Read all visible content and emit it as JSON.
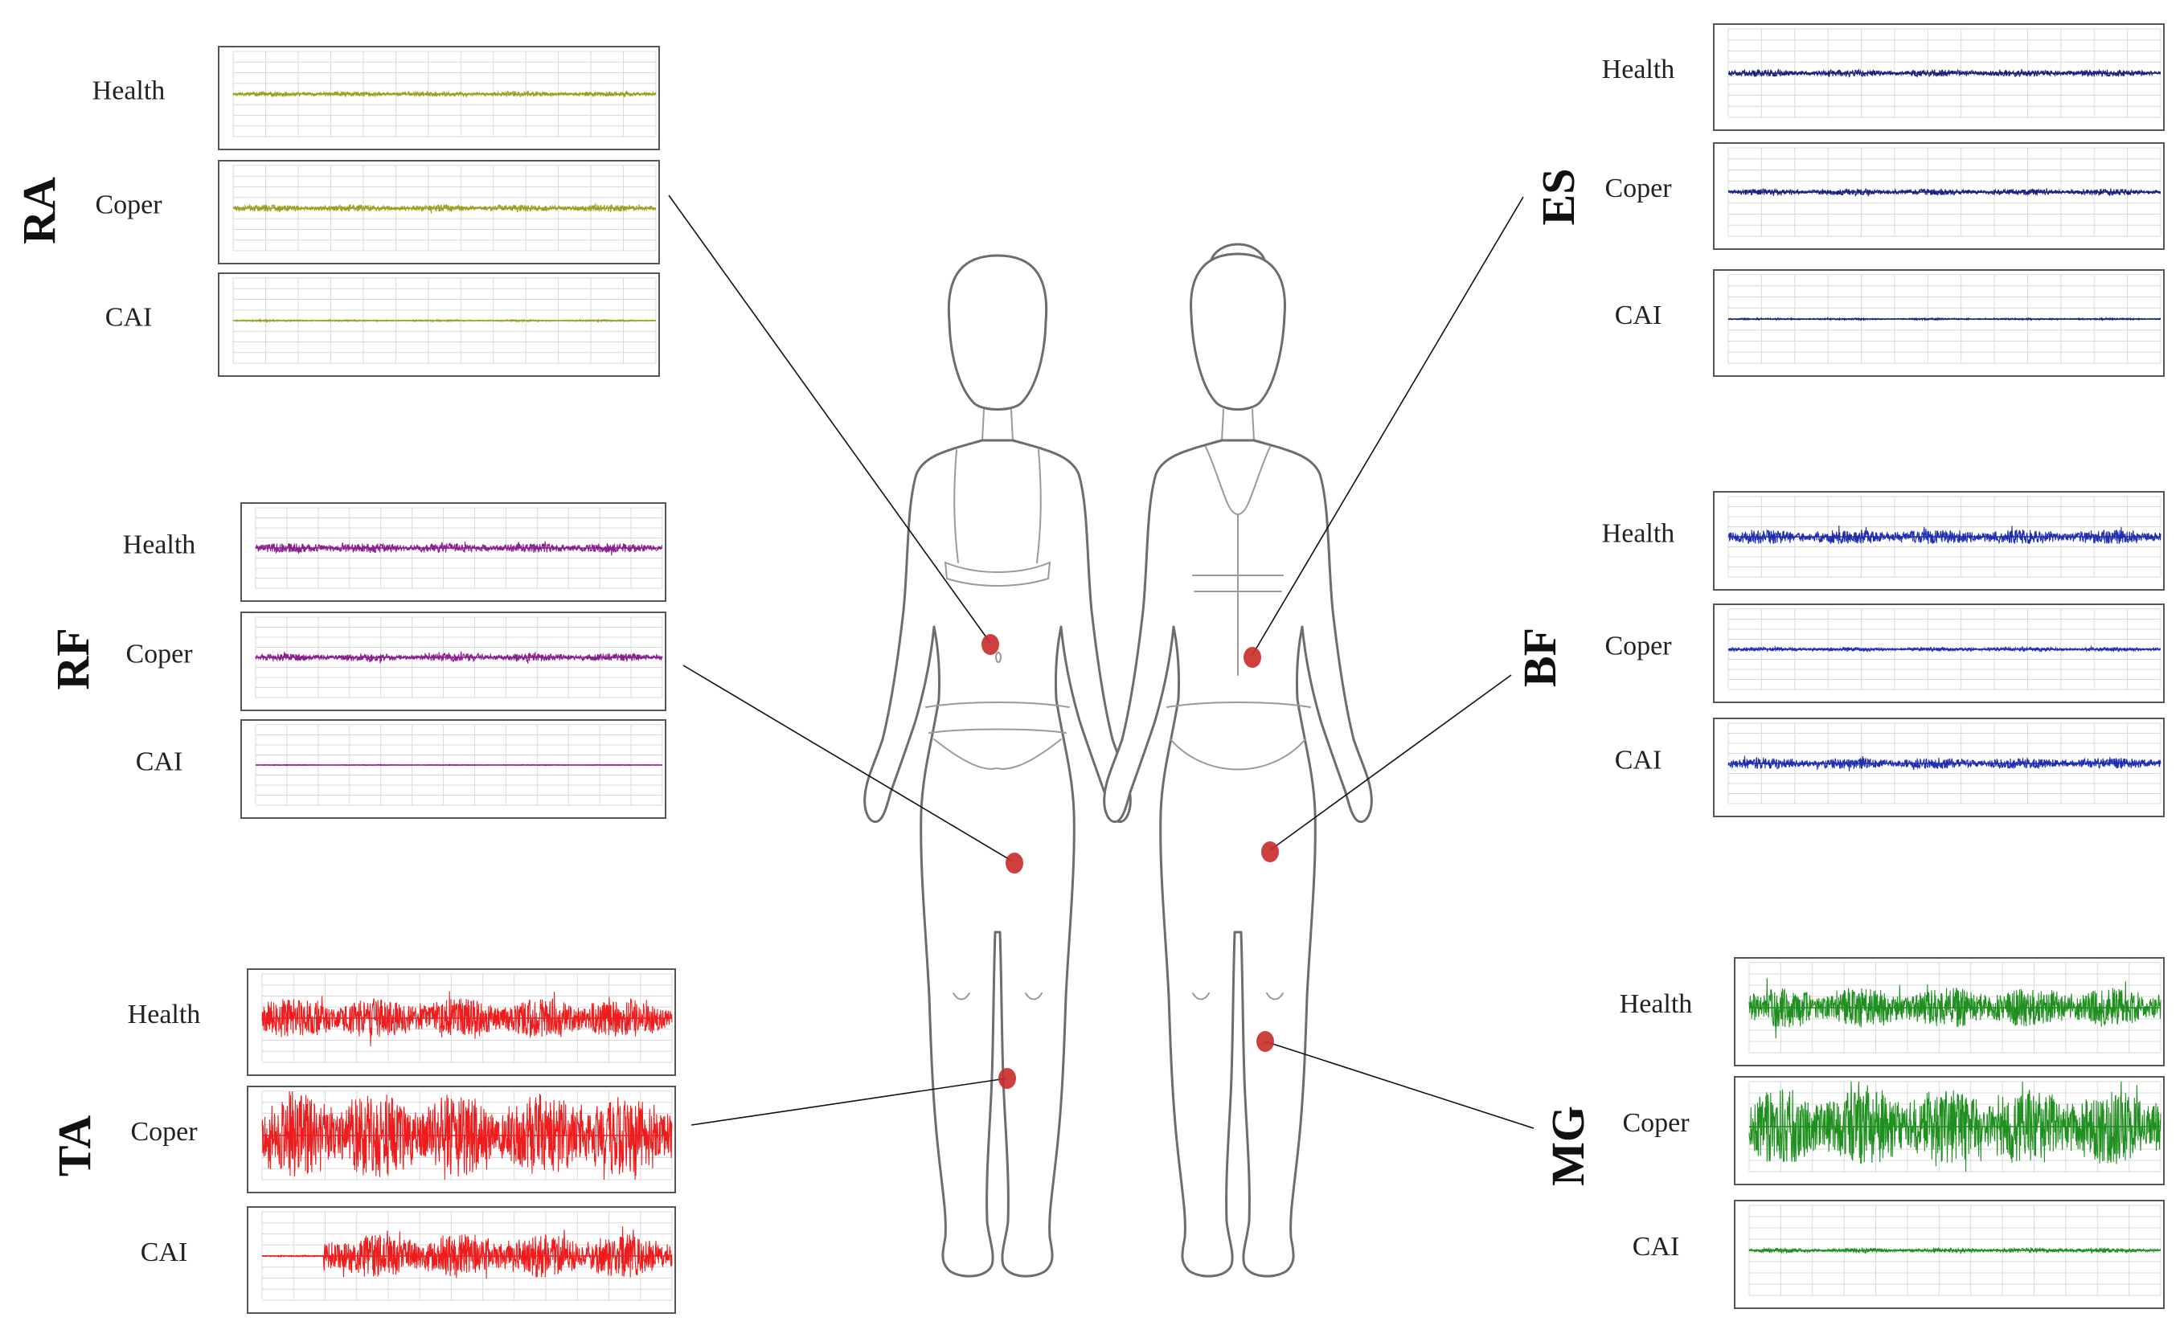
{
  "colors": {
    "RA": "#9aa01f",
    "RF": "#8a1f8f",
    "TA": "#ee1c1c",
    "ES": "#1a237e",
    "BF": "#1f2fb0",
    "MG": "#1f8f1f",
    "electrode": "#c9302c",
    "body_outline": "#6d6d6d"
  },
  "figures": {
    "front": "front-view-female-body",
    "back": "back-view-female-body"
  },
  "groups": [
    {
      "id": "RA",
      "label": "RA",
      "side": "left",
      "color_key": "RA",
      "rows": [
        {
          "label": "Health",
          "amplitude": 0.06
        },
        {
          "label": "Coper",
          "amplitude": 0.08
        },
        {
          "label": "CAI",
          "amplitude": 0.02
        }
      ]
    },
    {
      "id": "RF",
      "label": "RF",
      "side": "left",
      "color_key": "RF",
      "rows": [
        {
          "label": "Health",
          "amplitude": 0.12
        },
        {
          "label": "Coper",
          "amplitude": 0.1
        },
        {
          "label": "CAI",
          "amplitude": 0.01
        }
      ]
    },
    {
      "id": "TA",
      "label": "TA",
      "side": "left",
      "color_key": "TA",
      "rows": [
        {
          "label": "Health",
          "amplitude": 0.45
        },
        {
          "label": "Coper",
          "amplitude": 0.95
        },
        {
          "label": "CAI",
          "amplitude": 0.5
        }
      ]
    },
    {
      "id": "ES",
      "label": "ES",
      "side": "right",
      "color_key": "ES",
      "rows": [
        {
          "label": "Health",
          "amplitude": 0.08
        },
        {
          "label": "Coper",
          "amplitude": 0.07
        },
        {
          "label": "CAI",
          "amplitude": 0.02
        }
      ]
    },
    {
      "id": "BF",
      "label": "BF",
      "side": "right",
      "color_key": "BF",
      "rows": [
        {
          "label": "Health",
          "amplitude": 0.18
        },
        {
          "label": "Coper",
          "amplitude": 0.05
        },
        {
          "label": "CAI",
          "amplitude": 0.14
        }
      ]
    },
    {
      "id": "MG",
      "label": "MG",
      "side": "right",
      "color_key": "MG",
      "rows": [
        {
          "label": "Health",
          "amplitude": 0.45
        },
        {
          "label": "Coper",
          "amplitude": 0.85
        },
        {
          "label": "CAI",
          "amplitude": 0.05
        }
      ]
    }
  ]
}
